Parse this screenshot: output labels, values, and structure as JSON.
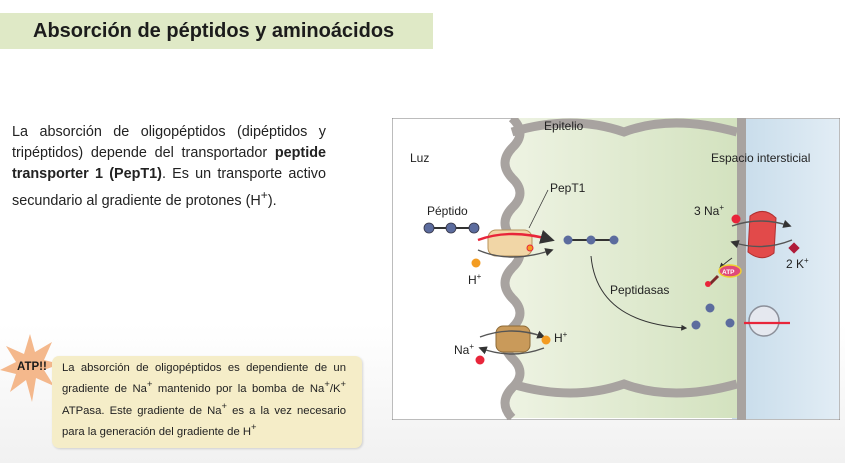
{
  "title": "Absorción de péptidos y aminoácidos",
  "intro": {
    "part1": "La absorción de oligopéptidos (dipéptidos y tripéptidos) depende del transportador ",
    "bold": "peptide transporter 1 (PepT1)",
    "part2": ". Es un transporte activo secundario al gradiente de protones (H",
    "sup": "+",
    "part3": ")."
  },
  "atp_badge": "ATP!!",
  "atp_note": {
    "t1": "La absorción de oligopéptidos es dependiente de un gradiente de Na",
    "s1": "+",
    "t2": " mantenido por la bomba de Na",
    "s2": "+",
    "t3": "/K",
    "s3": "+",
    "t4": " ATPasa. Este gradiente de Na",
    "s4": "+",
    "t5": " es a la vez necesario para la generación del gradiente de H",
    "s5": "+"
  },
  "figure": {
    "epitelio": "Epitelio",
    "luz": "Luz",
    "espacio": "Espacio intersticial",
    "pept1": "PepT1",
    "peptido": "Péptido",
    "h": "H",
    "na": "Na",
    "sup": "+",
    "na3": "3 Na",
    "k2": "2 K",
    "atp": "ATP",
    "peptidasas": "Peptidasas"
  },
  "colors": {
    "title_bg": "#dfe9c6",
    "note_bg": "#f5edc8",
    "burst": "#f4b88c",
    "lumen": "#ffffff",
    "cell": "#dbe7c9",
    "membrane": "#a8a3a0",
    "interstitial": "#cfe0ec",
    "na_dot": "#e8253a",
    "h_dot": "#f39c22",
    "peptide": "#5c6c9e",
    "pump": "#e24a4a",
    "transporter": "#f1d6a6"
  }
}
